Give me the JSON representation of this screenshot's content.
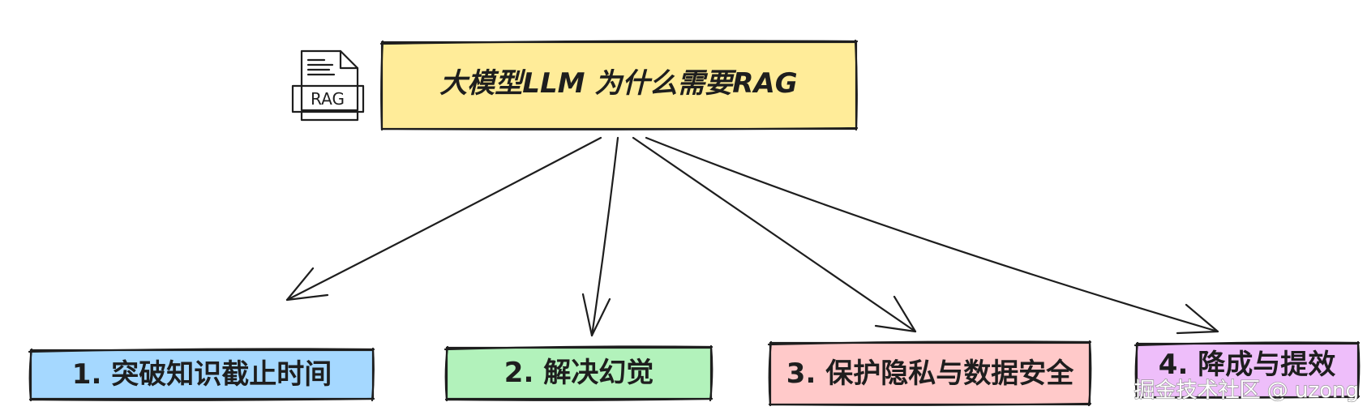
{
  "diagram": {
    "root": {
      "label": "大模型LLM 为什么需要RAG",
      "fill": "#ffec99"
    },
    "icon": {
      "name": "document-icon",
      "label": "RAG"
    },
    "children": [
      {
        "label": "1. 突破知识截止时间",
        "fill": "#a5d8ff"
      },
      {
        "label": "2. 解决幻觉",
        "fill": "#b2f2bb"
      },
      {
        "label": "3. 保护隐私与数据安全",
        "fill": "#ffc9c9"
      },
      {
        "label": "4. 降成与提效",
        "fill": "#eebefa"
      }
    ],
    "edges": [
      {
        "from": "root",
        "to": 0
      },
      {
        "from": "root",
        "to": 1
      },
      {
        "from": "root",
        "to": 2
      },
      {
        "from": "root",
        "to": 3
      }
    ]
  },
  "watermark": "掘金技术社区 @ uzong",
  "colors": {
    "stroke": "#1e1e1e",
    "background": "#ffffff"
  }
}
